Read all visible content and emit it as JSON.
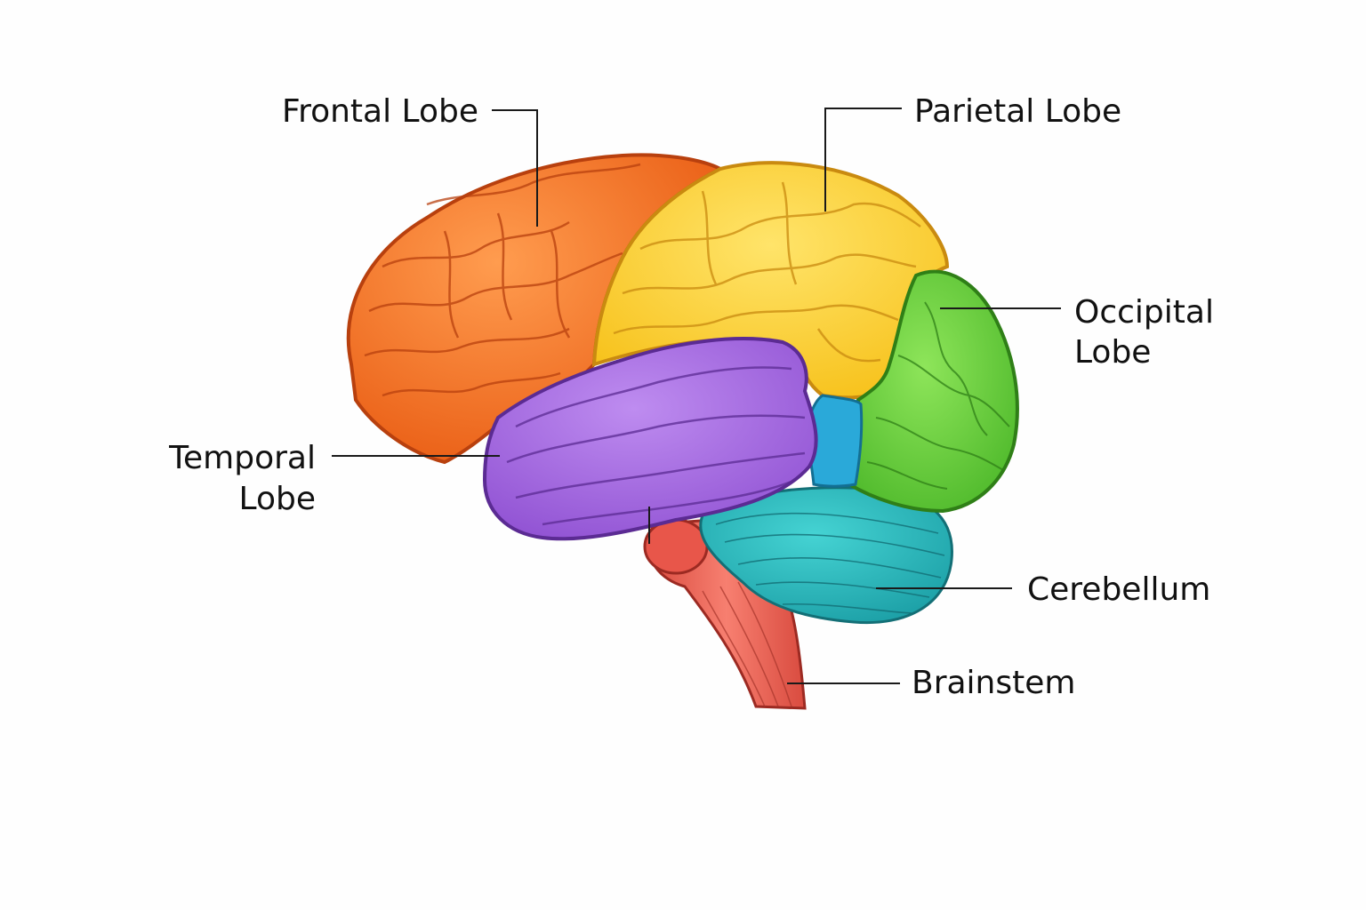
{
  "diagram": {
    "subject": "Human brain, lateral view",
    "regions": [
      {
        "id": "frontal",
        "label": "Frontal Lobe",
        "color": "#f47a2a",
        "outline": "#b8400e"
      },
      {
        "id": "parietal",
        "label": "Parietal Lobe",
        "color": "#fdd53c",
        "outline": "#c98a10"
      },
      {
        "id": "occipital",
        "label_line1": "Occipital",
        "label_line2": "Lobe",
        "color": "#6fd13a",
        "outline": "#2f7f17"
      },
      {
        "id": "temporal",
        "label_line1": "Temporal",
        "label_line2": "Lobe",
        "color": "#a66ae0",
        "outline": "#5b2b93"
      },
      {
        "id": "cerebellum",
        "label": "Cerebellum",
        "color": "#2ab8bb",
        "outline": "#136f76"
      },
      {
        "id": "brainstem",
        "label": "Brainstem",
        "color": "#ec6456",
        "outline": "#9c2a22"
      },
      {
        "id": "insula",
        "color": "#2aa9d9",
        "outline": "#136f93"
      }
    ],
    "leader_color": "#1a1a1a"
  }
}
